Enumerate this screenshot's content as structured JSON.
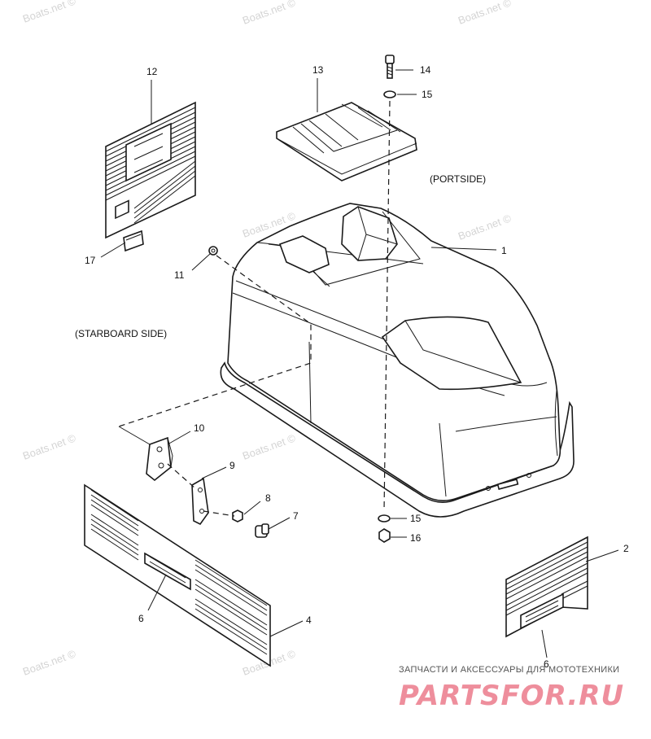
{
  "watermark_text": "Boats.net ©",
  "callouts": {
    "c1": "1",
    "c2": "2",
    "c4": "4",
    "c6a": "6",
    "c6b": "6",
    "c7": "7",
    "c8": "8",
    "c9": "9",
    "c10": "10",
    "c11": "11",
    "c12": "12",
    "c13": "13",
    "c14": "14",
    "c15a": "15",
    "c15b": "15",
    "c16": "16",
    "c17": "17"
  },
  "labels": {
    "portside": "(PORTSIDE)",
    "starboard": "(STARBOARD SIDE)"
  },
  "branding": {
    "tagline": "ЗАПЧАСТИ И АКСЕССУАРЫ ДЛЯ МОТОТЕХНИКИ",
    "logo": "PARTSFOR.RU"
  },
  "colors": {
    "line": "#1a1a1a",
    "watermark": "#d4d4d4",
    "logo": "#ee8e9c"
  }
}
